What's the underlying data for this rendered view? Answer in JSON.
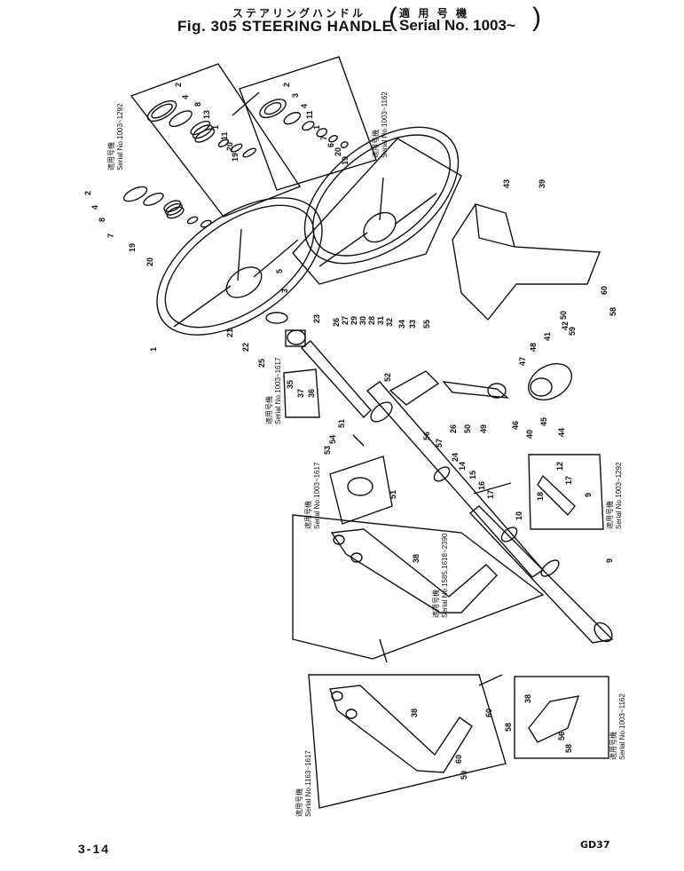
{
  "header": {
    "title_jp": "ステアリングハンドル",
    "title_en": "Fig. 305  STEERING  HANDLE",
    "serial_jp": "適 用 号 機",
    "serial_en": "Serial  No.  1003~"
  },
  "notes": {
    "n1_jp": "適用号機",
    "n1_en": "Serial No.1003~1292",
    "n2_jp": "適用号機",
    "n2_en": "Serial No.1003~1162",
    "n3_jp": "適用号機",
    "n3_en": "Serial No.1003~1617",
    "n4_jp": "適用号機",
    "n4_en": "Serial No.1003~1617",
    "n5_jp": "適用号機",
    "n5_en": "Serial No.1585,1618~2390",
    "n6_jp": "適用号機",
    "n6_en": "Serial No.1003~1292",
    "n7_jp": "適用号機",
    "n7_en": "Serial No.1163~1617",
    "n8_jp": "適用号機",
    "n8_en": "Serial No.1003~1162"
  },
  "callouts": {
    "c2a": "2",
    "c4a": "4",
    "c8a": "8",
    "c13a": "13",
    "c1a": "1",
    "c11a": "11",
    "c20a": "20",
    "c19a": "19",
    "c2b": "2",
    "c3b": "3",
    "c4b": "4",
    "c11b": "11",
    "c1b": "1",
    "c7b": "7",
    "c6b": "6",
    "c20b": "20",
    "c19b": "19",
    "c2c": "2",
    "c4c": "4",
    "c8c": "8",
    "c7c": "7",
    "c19c": "19",
    "c20c": "20",
    "c5": "5",
    "c3c": "3",
    "c1c": "1",
    "c21": "21",
    "c22": "22",
    "c25": "25",
    "c23": "23",
    "c26a": "26",
    "c27": "27",
    "c29": "29",
    "c30": "30",
    "c28": "28",
    "c31": "31",
    "c32": "32",
    "c34": "34",
    "c33": "33",
    "c55": "55",
    "c43": "43",
    "c39": "39",
    "c60a": "60",
    "c58a": "58",
    "c50a": "50",
    "c59a": "59",
    "c42": "42",
    "c41": "41",
    "c48": "48",
    "c47": "47",
    "c35": "35",
    "c37": "37",
    "c36": "36",
    "c52": "52",
    "c51a": "51",
    "c54": "54",
    "c53": "53",
    "c56": "56",
    "c57": "57",
    "c26b": "26",
    "c50b": "50",
    "c49": "49",
    "c46": "46",
    "c40": "40",
    "c45": "45",
    "c44": "44",
    "c24": "24",
    "c14": "14",
    "c15": "15",
    "c16": "16",
    "c17a": "17",
    "c51b": "51",
    "c12": "12",
    "c17b": "17",
    "c18": "18",
    "c9a": "9",
    "c10": "10",
    "c9b": "9",
    "c38a": "38",
    "c38b": "38",
    "c60b": "60",
    "c58b": "58",
    "c60c": "60",
    "c59b": "59",
    "c38c": "38",
    "c56b": "56",
    "c58c": "58"
  },
  "footer": {
    "page": "3-14",
    "code": "GD37"
  }
}
